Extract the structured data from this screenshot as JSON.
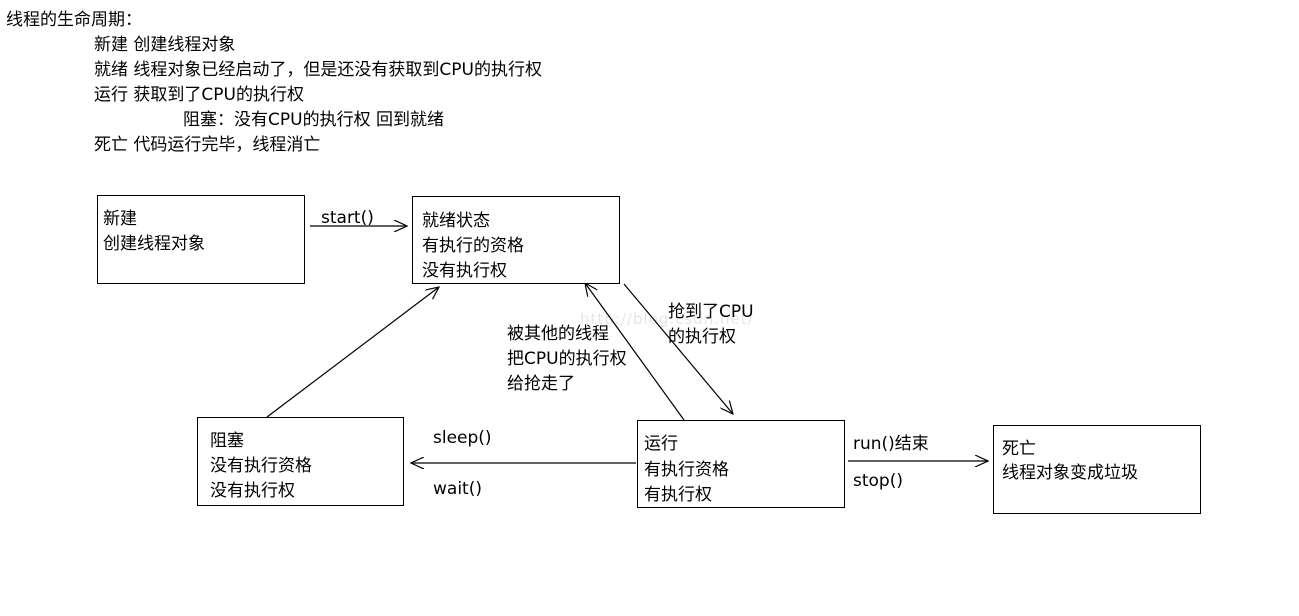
{
  "notes": {
    "heading": "线程的生命周期：",
    "lines": [
      "新建 创建线程对象",
      "就绪 线程对象已经启动了，但是还没有获取到CPU的执行权",
      "运行 获取到了CPU的执行权",
      "阻塞：没有CPU的执行权 回到就绪",
      "死亡 代码运行完毕，线程消亡"
    ]
  },
  "states": {
    "new": {
      "line1": "新建",
      "line2": "创建线程对象"
    },
    "ready": {
      "line1": "就绪状态",
      "line2": "有执行的资格",
      "line3": "没有执行权"
    },
    "blocked": {
      "line1": "阻塞",
      "line2": "没有执行资格",
      "line3": "没有执行权"
    },
    "running": {
      "line1": "运行",
      "line2": "有执行资格",
      "line3": "有执行权"
    },
    "dead": {
      "line1": "死亡",
      "line2": "线程对象变成垃圾"
    }
  },
  "transitions": {
    "start": "start()",
    "got_cpu": {
      "line1": "抢到了CPU",
      "line2": "的执行权"
    },
    "preempted": {
      "line1": "被其他的线程",
      "line2": "把CPU的执行权",
      "line3": "给抢走了"
    },
    "sleep": "sleep()",
    "wait": "wait()",
    "run_end": "run()结束",
    "stop": "stop()"
  },
  "watermark": "http://blog.csdn.net/"
}
